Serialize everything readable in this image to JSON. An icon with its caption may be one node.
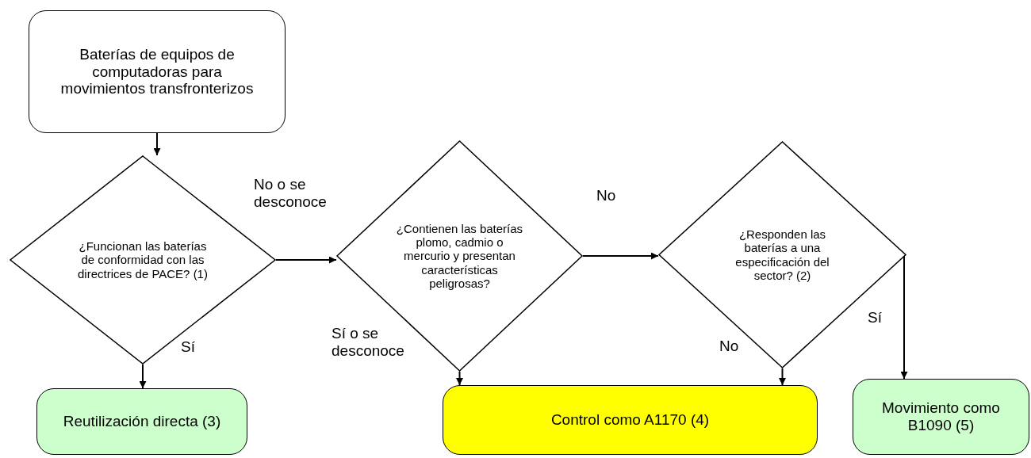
{
  "diagram": {
    "nodes": [
      {
        "text": [
          "Baterías de equipos de computadoras para movimientos transfronterizos"
        ]
      },
      {
        "text": [
          "¿Funcionan las baterías de conformidad con las directrices de PACE? (1)"
        ]
      },
      {
        "text": [
          "¿Contienen las baterías plomo, cadmio o mercurio y presentan características peligrosas?"
        ]
      },
      {
        "text": [
          "¿Responden las baterías a una especificación del sector? (2)"
        ]
      },
      {
        "text": [
          "Reutilización directa (3)"
        ]
      },
      {
        "text": [
          "Control como A1170 (4)"
        ]
      },
      {
        "text": [
          "Movimiento como B1090 (5)"
        ]
      }
    ],
    "edges": [
      {
        "from": 0,
        "to": 1,
        "arrow": "to"
      },
      {
        "from": 1,
        "to": 4,
        "arrow": "to",
        "label": "Sí"
      },
      {
        "from": 1,
        "to": 2,
        "arrow": "to",
        "label": "No o se desconoce"
      },
      {
        "from": 2,
        "to": 5,
        "arrow": "to",
        "label": "Sí o se desconoce"
      },
      {
        "from": 2,
        "to": 3,
        "arrow": "to",
        "label": "No"
      },
      {
        "from": 3,
        "to": 5,
        "arrow": "to",
        "label": "No"
      },
      {
        "from": 3,
        "to": 6,
        "arrow": "to",
        "label": "Sí"
      }
    ]
  }
}
